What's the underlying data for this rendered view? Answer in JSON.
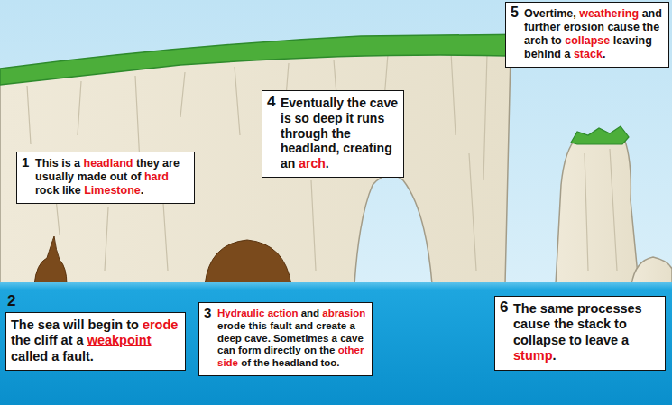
{
  "diagram": {
    "nodes": [
      {
        "text": [
          "1",
          "This is a headland they are usually made out of hard rock like Limestone."
        ]
      },
      {
        "text": [
          "2",
          "The sea will begin to erode the cliff at a weakpoint called a fault."
        ]
      },
      {
        "text": [
          "3",
          "Hydraulic action and abrasion erode this fault and create a deep cave. Sometimes a cave can form directly on the other side of the headland too."
        ]
      },
      {
        "text": [
          "4",
          "Eventually the cave is so deep it runs through the headland, creating an arch."
        ]
      },
      {
        "text": [
          "5",
          "Overtime, weathering and further erosion cause the arch to collapse leaving behind a stack."
        ]
      },
      {
        "text": [
          "6",
          "The same processes cause the stack to collapse to leave a stump."
        ]
      }
    ]
  }
}
